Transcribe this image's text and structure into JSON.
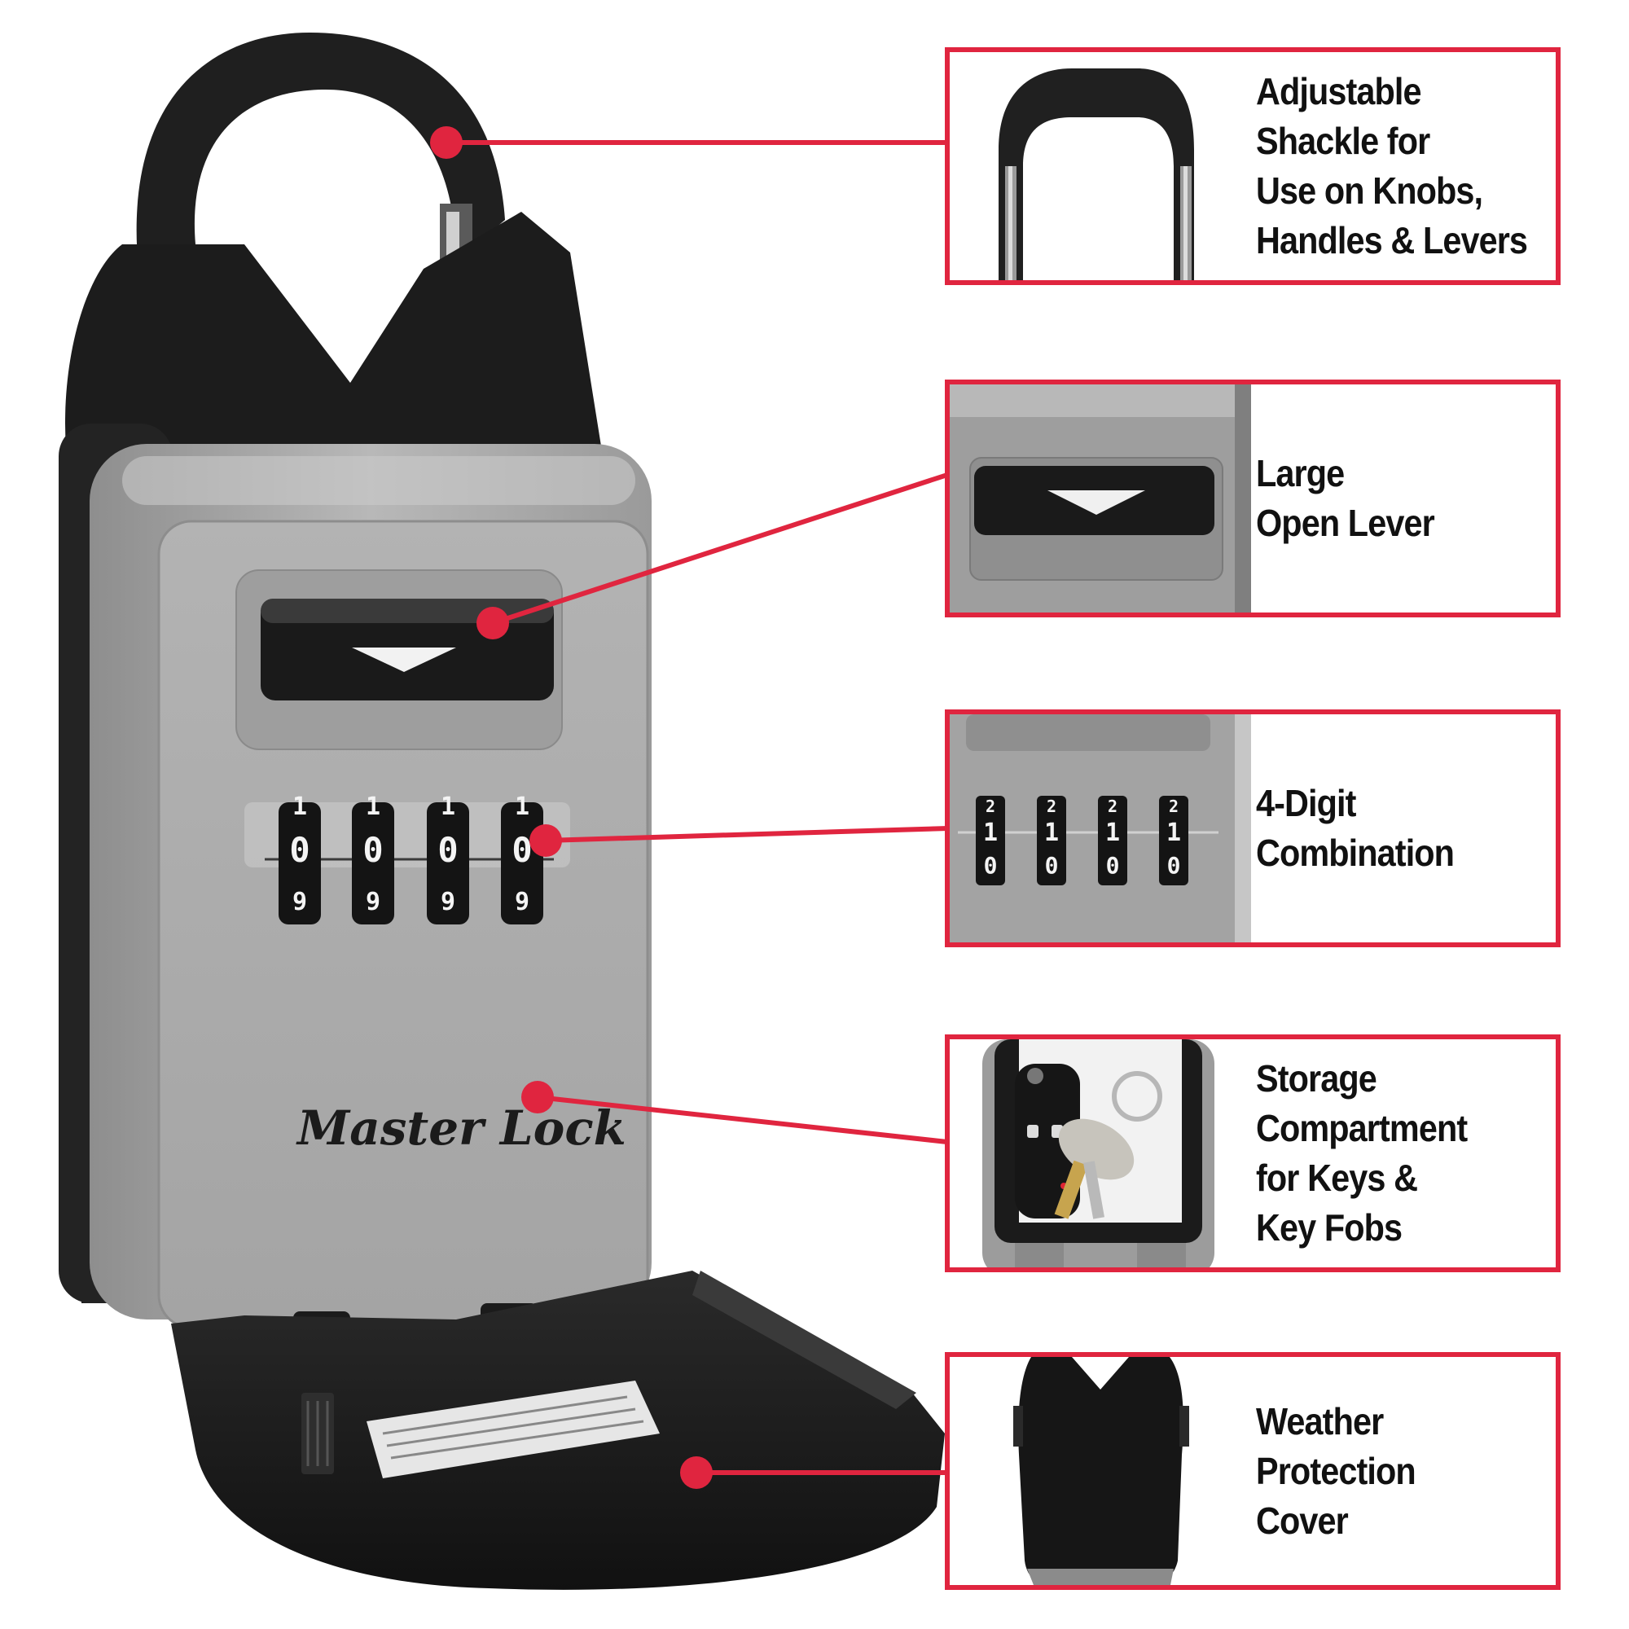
{
  "image": {
    "subject": "key-storage-lock",
    "accent_color": "#e0253f",
    "lock_body_color": "#a9a9a9",
    "shackle_color": "#1e1e1e"
  },
  "lock": {
    "logo_text": "Master Lock",
    "dials": [
      "0",
      "0",
      "0",
      "0"
    ],
    "dial_upper": "1",
    "dial_lower": "9"
  },
  "callouts": [
    {
      "id": "shackle",
      "thumb_icon": "shackle-icon",
      "lines": [
        "Adjustable",
        "Shackle for",
        "Use on Knobs,",
        "Handles & Levers"
      ]
    },
    {
      "id": "lever",
      "thumb_icon": "lever-icon",
      "lines": [
        "Large",
        "Open Lever"
      ]
    },
    {
      "id": "combination",
      "thumb_icon": "dials-icon",
      "dial_top": "2",
      "dial_mid": "1",
      "dial_bottom": "0",
      "lines": [
        "4-Digit",
        "Combination"
      ]
    },
    {
      "id": "storage",
      "thumb_icon": "keys-icon",
      "lines": [
        "Storage",
        "Compartment",
        "for Keys &",
        "Key Fobs"
      ]
    },
    {
      "id": "cover",
      "thumb_icon": "cover-icon",
      "lines": [
        "Weather",
        "Protection",
        "Cover"
      ]
    }
  ]
}
